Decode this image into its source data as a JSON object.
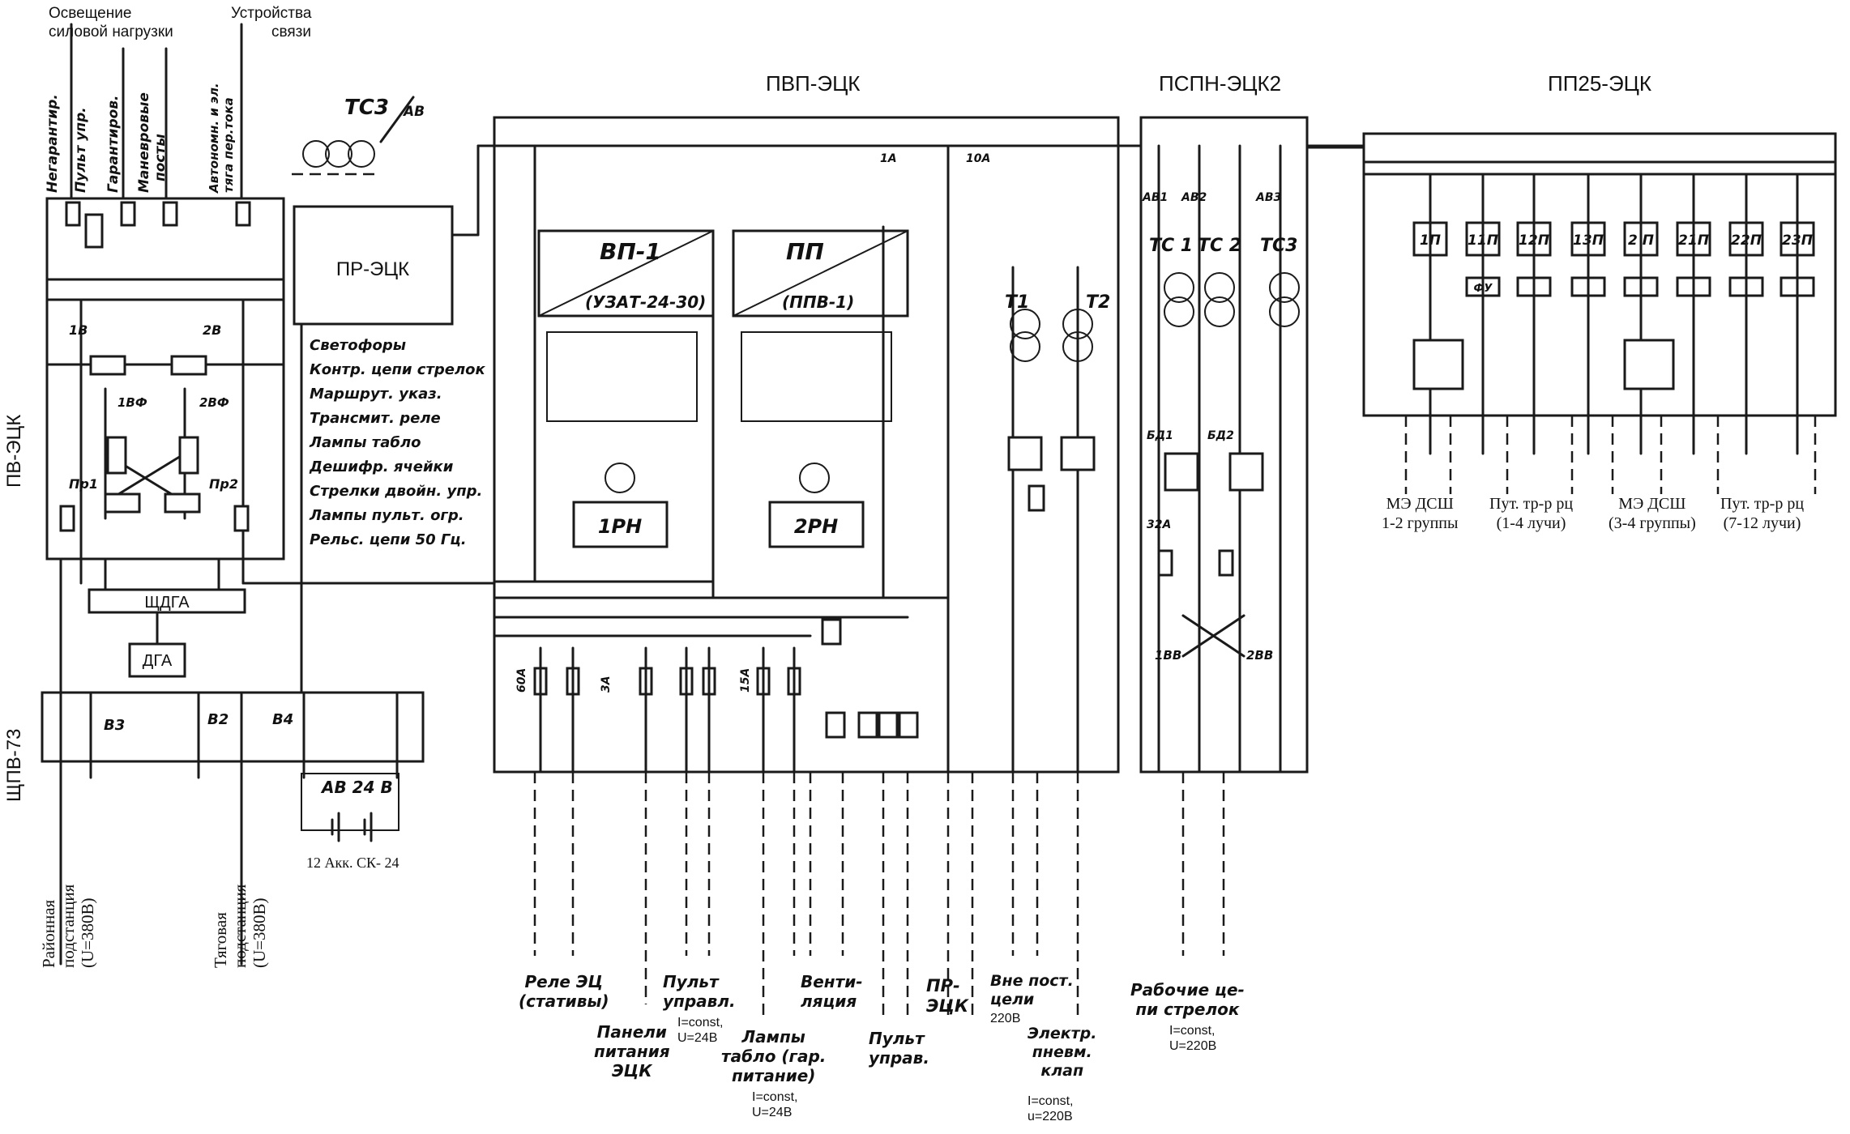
{
  "panels": {
    "pv": "ПВ-ЭЦК",
    "shchpv": "ЩПВ-73",
    "pvp": "ПВП-ЭЦК",
    "pspn": "ПСПН-ЭЦК2",
    "pp25": "ПП25-ЭЦК",
    "pr": "ПР-ЭЦК"
  },
  "header_top": {
    "lighting_l1": "Освещение",
    "lighting_l2": "силовой нагрузки",
    "comm_l1": "Устройства",
    "comm_l2": "связи"
  },
  "vertical_labels": {
    "negarant": "Негарантир.",
    "pult": "Пульт упр.",
    "garant": "Гарантиров.",
    "manevr_1": "Маневровые",
    "manevr_2": "посты",
    "avtonom_1": "Автономн. и эл.",
    "avtonom_2": "тяга пер.тока"
  },
  "pr_list": [
    "Светофоры",
    "Контр. цепи стрелок",
    "Маршрут. указ.",
    "Трансмит. реле",
    "Лампы табло",
    "Дешифр. ячейки",
    "Стрелки двойн. упр.",
    "Лампы пульт. огр.",
    "Рельс. цепи 50 Гц."
  ],
  "components": {
    "vp1": "ВП-1",
    "uzat": "(УЗАТ-24-30)",
    "pp": "ПП",
    "ppv": "(ППВ-1)",
    "rn1": "1РН",
    "rn2": "2РН",
    "shdga": "ЩДГА",
    "dga": "ДГА",
    "tc3_top": "ТС3",
    "t1": "Т1",
    "t2": "Т2",
    "tc1": "ТС 1",
    "tc2": "ТС 2",
    "tc3": "ТС3",
    "av24": "АВ 24 В",
    "akk": "12 Акк. СК- 24"
  },
  "pp25_blocks": [
    "1П",
    "11П",
    "12П",
    "13П",
    "2 П",
    "21П",
    "22П",
    "23П"
  ],
  "fu": "ФУ",
  "substations": {
    "rayon_1": "Районная",
    "rayon_2": "подстанция",
    "rayon_3": "(U=380В)",
    "tyag_1": "Тяговая",
    "tyag_2": "подстанция",
    "tyag_3": "(U=380В)"
  },
  "bottom_labels": {
    "rele_1": "Реле ЭЦ",
    "rele_2": "(стативы)",
    "panel_1": "Панели",
    "panel_2": "питания",
    "panel_3": "ЭЦК",
    "pult_1": "Пульт",
    "pult_2": "управл.",
    "pult_const_1": "I=const,",
    "pult_const_2": "U=24В",
    "lampy_1": "Лампы",
    "lampy_2": "табло (гар.",
    "lampy_3": "питание)",
    "lampy_const_1": "I=const,",
    "lampy_const_2": "U=24В",
    "vent_1": "Венти-",
    "vent_2": "ляция",
    "pult2_1": "Пульт",
    "pult2_2": "управ.",
    "pr_1": "ПР-",
    "pr_2": "ЭЦК",
    "vne_1": "Вне пост.",
    "vne_2": "цели",
    "vne_3": "220В",
    "elk_1": "Электр.",
    "elk_2": "пневм.",
    "elk_3": "клап",
    "elk_const_1": "I=const,",
    "elk_const_2": "u=220В",
    "rab_1": "Рабочие це-",
    "rab_2": "пи стрелок",
    "rab_const_1": "I=const,",
    "rab_const_2": "U=220В"
  },
  "pp25_bottom": {
    "me1_1": "МЭ ДСШ",
    "me1_2": "1-2 группы",
    "put1_1": "Пут. тр-р рц",
    "put1_2": "(1-4 лучи)",
    "me2_1": "МЭ ДСШ",
    "me2_2": "(3-4 группы)",
    "put2_1": "Пут. тр-р рц",
    "put2_2": "(7-12 лучи)"
  },
  "small_labels": {
    "av": "АВ",
    "av1": "АВ1",
    "av2": "АВ2",
    "av3": "АВ3",
    "b1": "1В",
    "b2": "2В",
    "v2": "В2",
    "v3": "В3",
    "v4": "В4",
    "pr1": "Пр1",
    "pr2": "Пр2",
    "bf1": "1ВФ",
    "bf2": "2ВФ",
    "a32": "32А",
    "a60": "60А",
    "a3": "3А",
    "a15": "15А",
    "a1": "1А",
    "a10": "10А",
    "bd1": "БД1",
    "bd2": "БД2",
    "bv1": "1ВВ",
    "bv2": "2ВВ"
  }
}
